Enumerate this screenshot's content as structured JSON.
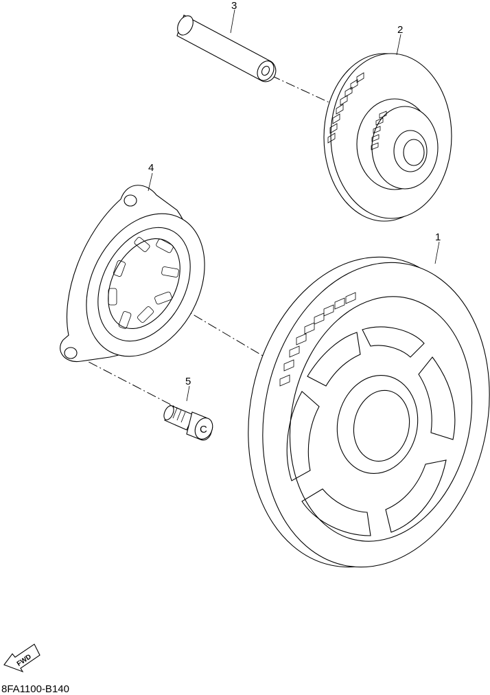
{
  "callouts": [
    {
      "id": "1",
      "part": "starter-wheel-gear"
    },
    {
      "id": "2",
      "part": "idler-gear"
    },
    {
      "id": "3",
      "part": "shaft"
    },
    {
      "id": "4",
      "part": "starter-clutch-assembly"
    },
    {
      "id": "5",
      "part": "bolt"
    }
  ],
  "fwd_label": "FWD",
  "diagram_code": "8FA1100-B140"
}
